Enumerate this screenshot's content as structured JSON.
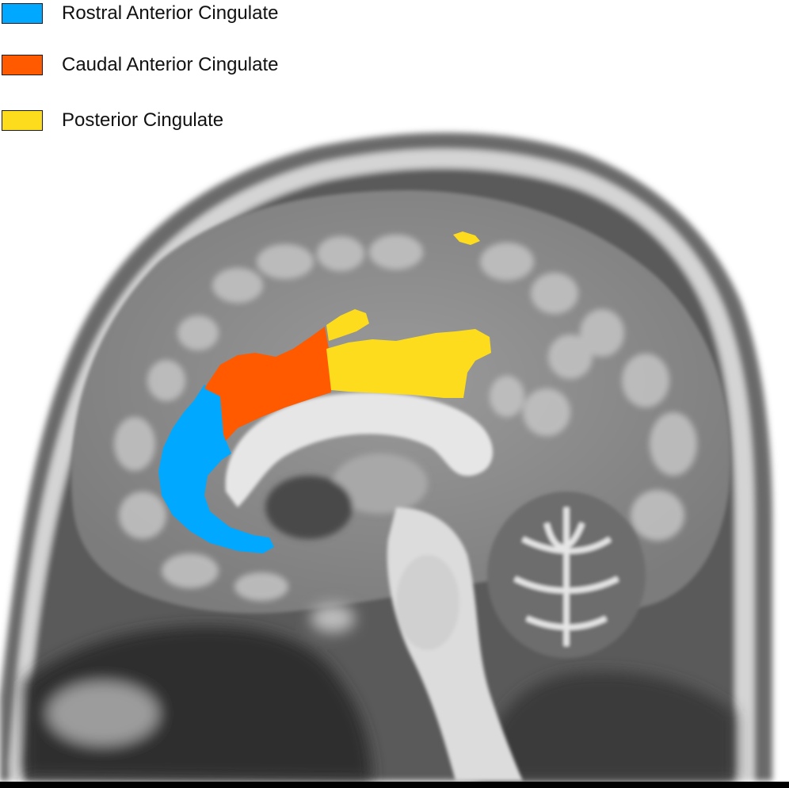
{
  "legend": {
    "items": [
      {
        "label": "Rostral Anterior Cingulate",
        "color": "#00a8ff"
      },
      {
        "label": "Caudal Anterior Cingulate",
        "color": "#ff5a00"
      },
      {
        "label": "Posterior Cingulate",
        "color": "#fcdc1c"
      }
    ]
  },
  "image": {
    "subject": "sagittal-mri-brain",
    "regions": [
      "rostral-anterior-cingulate",
      "caudal-anterior-cingulate",
      "posterior-cingulate"
    ]
  }
}
